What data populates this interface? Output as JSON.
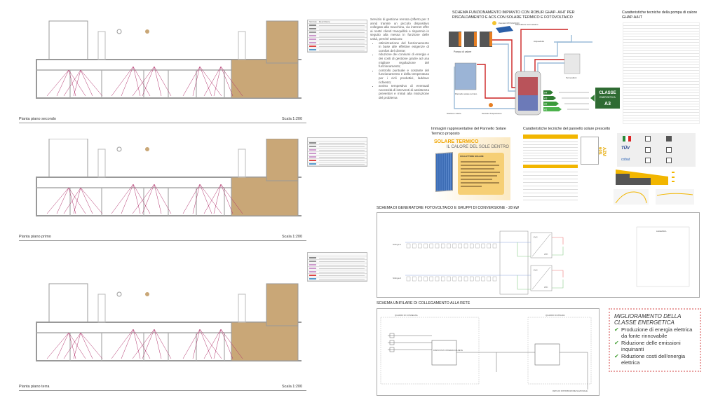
{
  "floor_plans": [
    {
      "label": "Pianta piano secondo",
      "scale": "Scala 1:200"
    },
    {
      "label": "Pianta piano primo",
      "scale": "Scala 1:200"
    },
    {
      "label": "Pianta piano terra",
      "scale": "Scala 1:200"
    }
  ],
  "legend_table_header": [
    "Simbolo",
    "Descrizione"
  ],
  "service_text": {
    "intro": "Servizio di gestione remota (offerto per 3 anni) tramite un piccolo dispositivo collegato alla macchina, via internet offre ai nostri clienti tranquillità e risparmio in seguito alla messa in funzione delle unità, perché assicura:",
    "bullets": [
      "ottimizzazione del funzionamento in base alle effettive esigenze di comfort del cliente;",
      "riduzione dei consumi di energia e dei costi di gestione grazie ad una migliore regolazione del funzionamento;",
      "controllo puntuale e costante del funzionamento e della temperatura per i cicli produttivi, laddove richiesto;",
      "avviso tempestivo di eventuali necessità di interventi di assistenza preventivi e mirati alla risoluzione del problema"
    ]
  },
  "heat_pump_schema": {
    "title": "SCHEMA FUNZIONAMENTO IMPIANTO CON ROBUR GHAP- A/HT PER RISCALDAMENTO E ACS CON SOLARE TERMICO E FOTOVOLTAICO",
    "labels": {
      "pv_panel": "Pannello FOTOVOLTAICO",
      "mixer": "Miscelatore termostatico",
      "heat_pump": "Pompa di calore",
      "aqueduct": "Acquedotto",
      "radiator": "Termosifoni",
      "solar_panel": "Pannello solare termico",
      "solar_station": "Stazione solare",
      "expansion": "Sentaio d'espansione"
    },
    "energy_classes": [
      "A4",
      "A3",
      "A2",
      "A1"
    ],
    "classe_badge": {
      "line1": "CLASSE",
      "line2": "ENERGETICA",
      "line3": "A3"
    }
  },
  "heat_pump_specs": {
    "title": "Caratteristiche tecniche della pompa di calore GHAP-A/HT"
  },
  "solar_images": {
    "title": "Immagini rappresentative del Pannello Solare Termico proposto",
    "brand_line1": "SOLARE TERMICO",
    "brand_line2": "IL CALORE DEL SOLE DENTRO",
    "card_title": "COLLETTORE SOLARE"
  },
  "solar_specs": {
    "title": "Caratteristiche tecniche del pannello solare prescelto",
    "model": "AZM 60S"
  },
  "certifications": [
    "TÜV",
    "cobat"
  ],
  "pv_schema": {
    "title": "SCHEMA DI GENERATORE FOTOVOLTAICO E GRUPPI DI  CONVERSIONE - 28 kW",
    "strings": [
      "Stringa 1",
      "Stringa 2"
    ],
    "inverter_dc": "DC",
    "inverter_ac": "AC",
    "legend_title": "LEGENDA"
  },
  "grid_schema": {
    "title": "SCHEMA UNIFILARE DI COLLEGAMENTO ALLA RETE",
    "panel_left": "QUADRO DI CONSEGNA",
    "panel_right": "QUADRO DI MISURA",
    "device": "DISPOSITIVO INTERFACCIA RETE",
    "bottom_label": "RETE DI DISTRIBUZIONE NAZIONALE"
  },
  "improvement": {
    "title": "MIGLIORAMENTO DELLA CLASSE ENERGETICA",
    "items": [
      "Produzione di energia elettrica da fonte rinnovabile",
      "Riduzione delle emissioni inquinanti",
      "Riduzione costi dell'energia elettrica"
    ]
  },
  "colors": {
    "brown": "#c9a777",
    "red": "#d22",
    "blue": "#8ab0d0",
    "green": "#2f7d32",
    "pink": "#b0306a"
  }
}
